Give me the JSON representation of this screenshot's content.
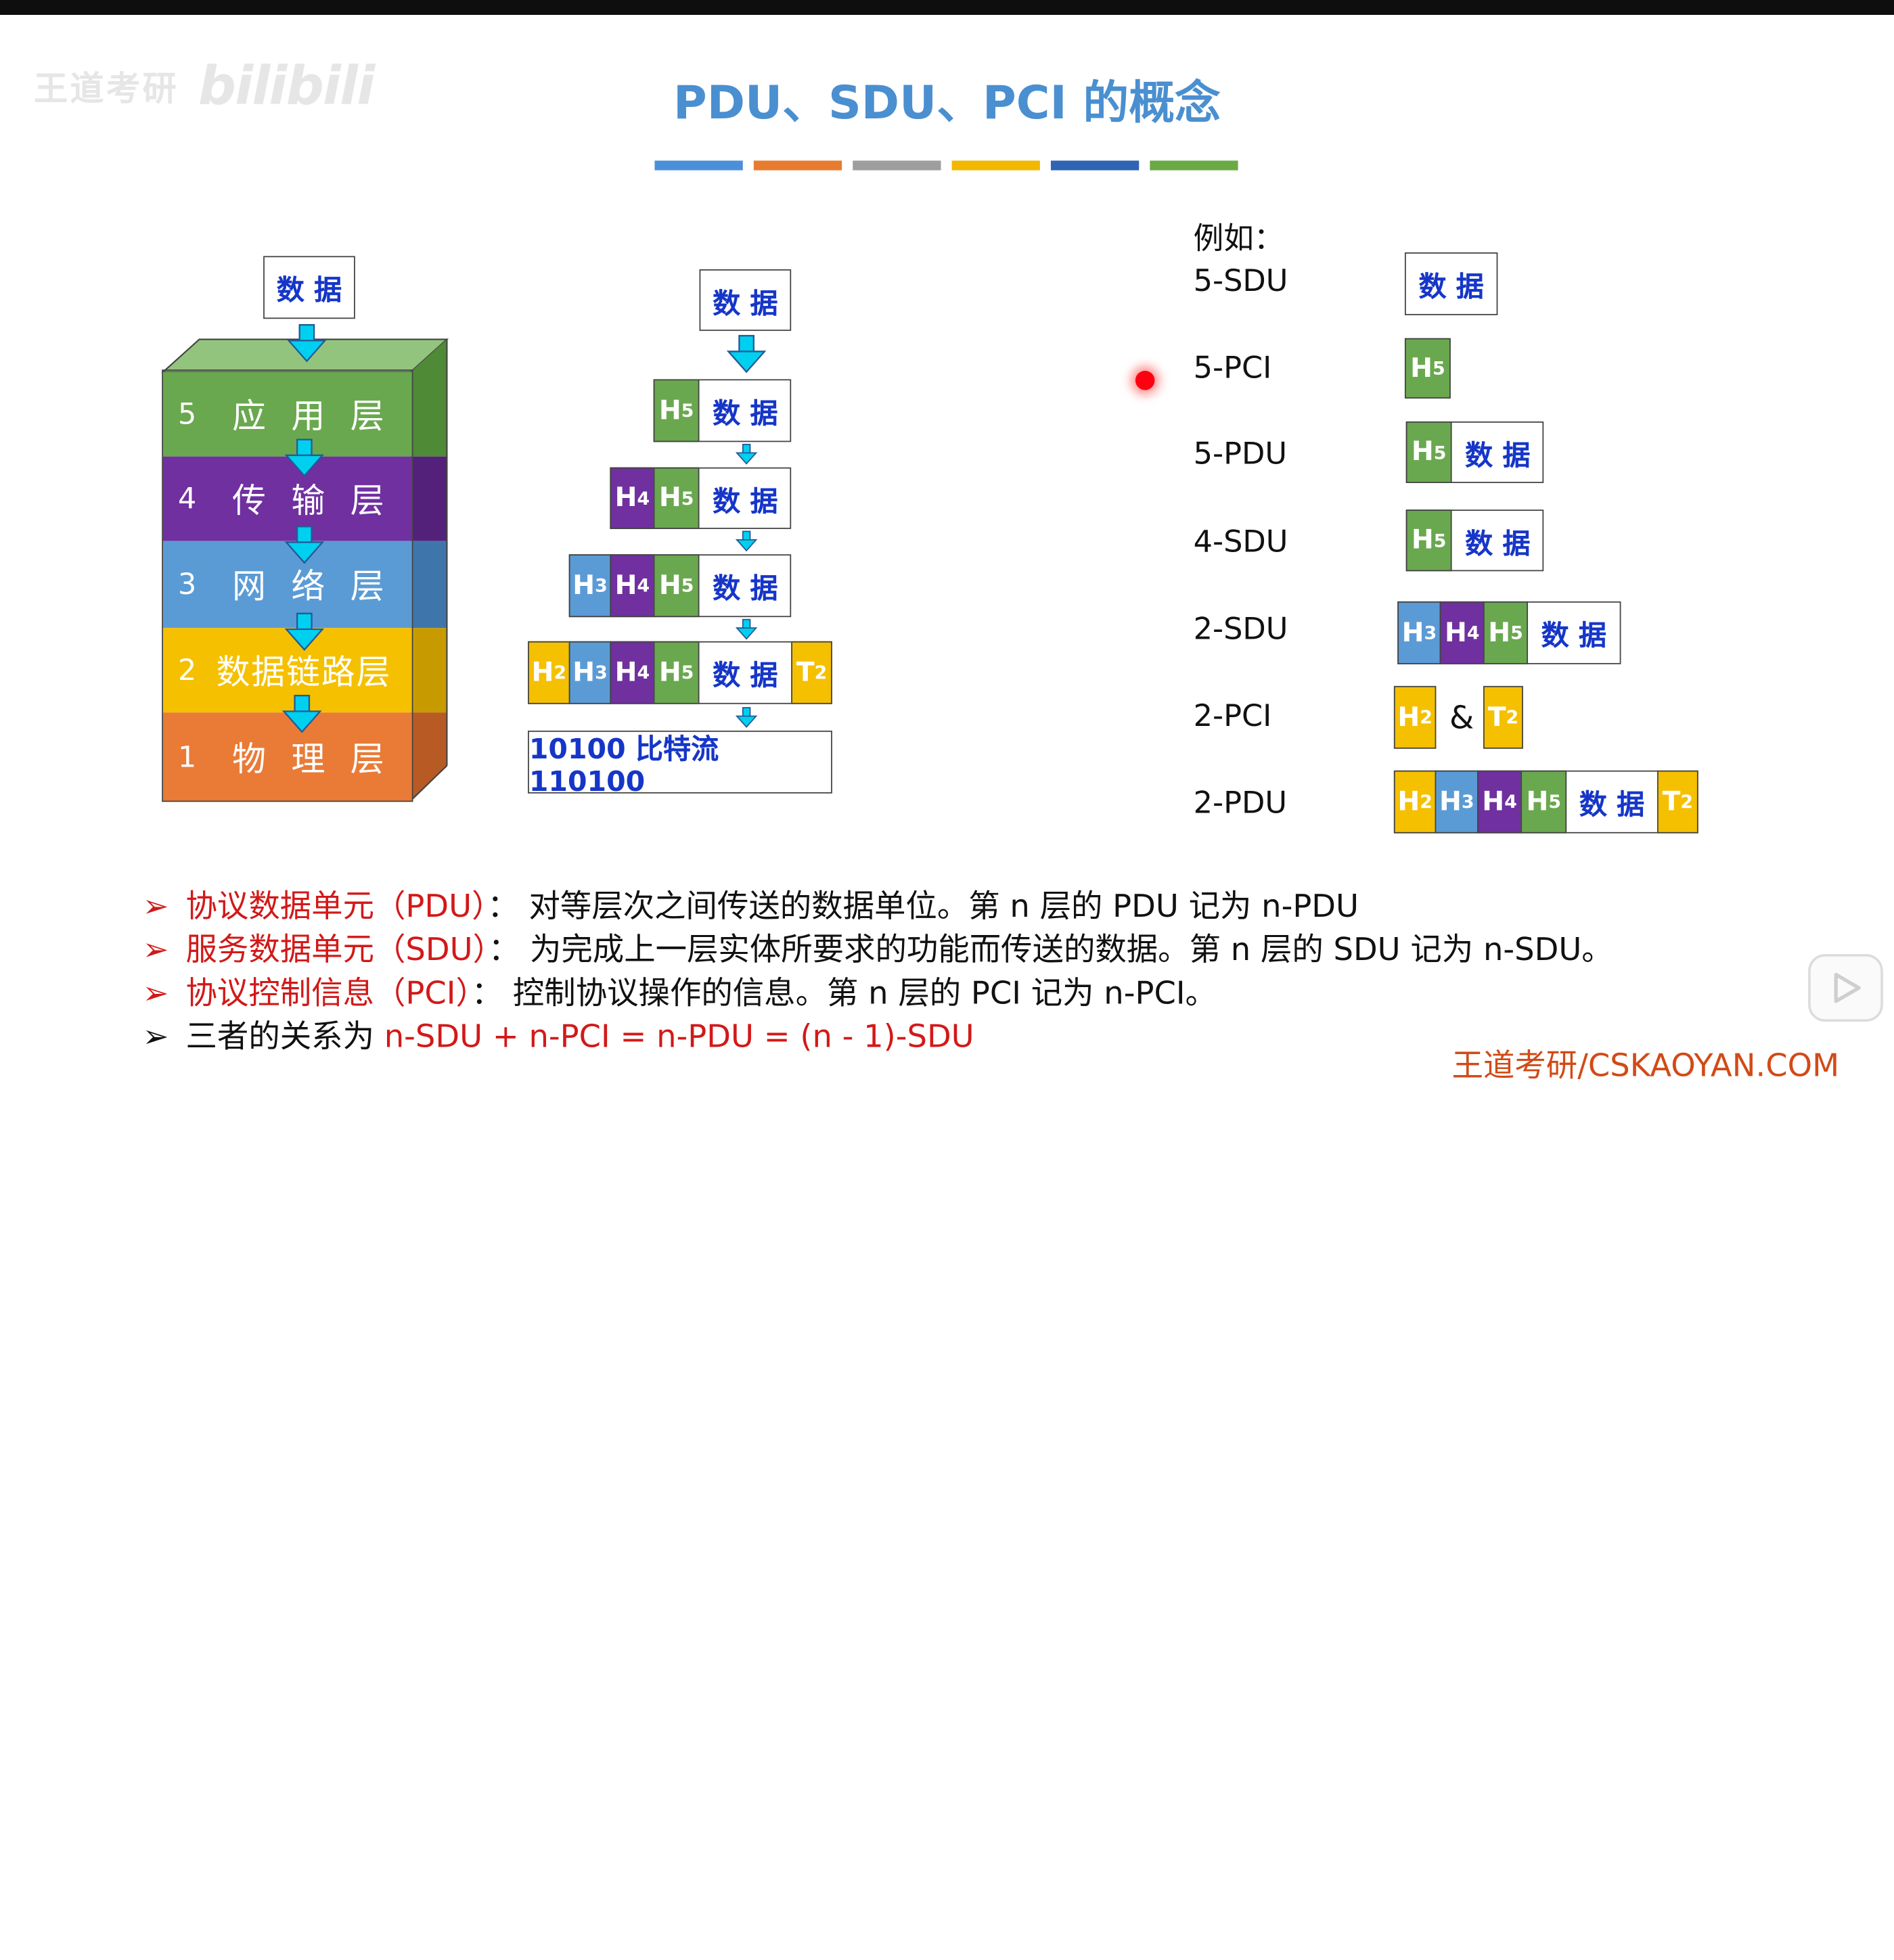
{
  "watermark": {
    "channel": "王道考研",
    "brand": "bilibili"
  },
  "title": "PDU、SDU、PCI 的概念",
  "color_bars": [
    "#4a90d9",
    "#e87b2f",
    "#9e9e9e",
    "#f2b800",
    "#2f64b4",
    "#6aaa45"
  ],
  "stack": {
    "data_label": "数 据",
    "layers": [
      {
        "num": "5",
        "name": "应 用 层",
        "color": "#6aa84f"
      },
      {
        "num": "4",
        "name": "传 输 层",
        "color": "#7030a0"
      },
      {
        "num": "3",
        "name": "网 络 层",
        "color": "#5b9bd5"
      },
      {
        "num": "2",
        "name": "数据链路层",
        "color": "#f5c000"
      },
      {
        "num": "1",
        "name": "物 理 层",
        "color": "#e97b37"
      }
    ]
  },
  "encap": {
    "data_label": "数 据",
    "h5": "H",
    "h5_sub": "5",
    "h4": "H",
    "h4_sub": "4",
    "h3": "H",
    "h3_sub": "3",
    "h2": "H",
    "h2_sub": "2",
    "t2": "T",
    "t2_sub": "2",
    "bitstream": "10100 比特流 110100"
  },
  "example": {
    "heading": "例如：",
    "rows": [
      {
        "label": "5-SDU"
      },
      {
        "label": "5-PCI"
      },
      {
        "label": "5-PDU"
      },
      {
        "label": "4-SDU"
      },
      {
        "label": "2-SDU"
      },
      {
        "label": "2-PCI"
      },
      {
        "label": "2-PDU"
      }
    ],
    "amp": "&"
  },
  "bullets": [
    {
      "term": "协议数据单元（PDU）",
      "sep": "：",
      "desc": "对等层次之间传送的数据单位。第 n 层的 PDU 记为 n-PDU"
    },
    {
      "term": "服务数据单元（SDU）",
      "sep": "：",
      "desc": "为完成上一层实体所要求的功能而传送的数据。第 n 层的 SDU 记为 n-SDU。"
    },
    {
      "term": "协议控制信息（PCI）",
      "sep": "：",
      "desc": "控制协议操作的信息。第 n 层的 PCI 记为 n-PCI。"
    },
    {
      "prefix": "三者的关系为 ",
      "formula": "n-SDU + n-PCI = n-PDU = (n - 1)-SDU"
    }
  ],
  "footer": "王道考研/CSKAOYAN.COM"
}
